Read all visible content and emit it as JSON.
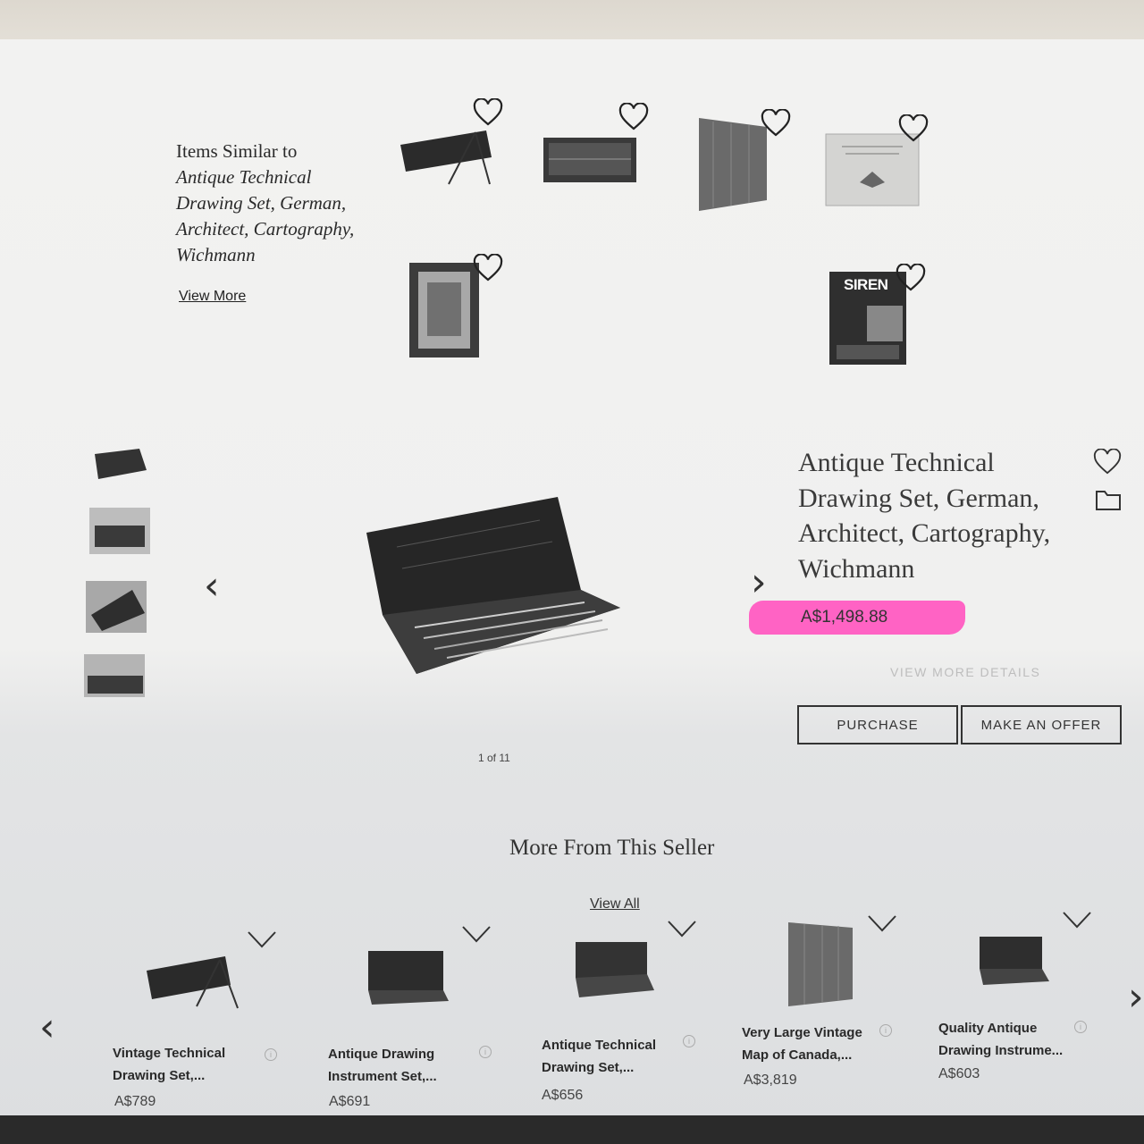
{
  "similar": {
    "heading": "Items Similar to",
    "item_title": "Antique Technical Drawing Set, German, Architect, Cartography, Wichmann",
    "view_more": "View More",
    "siren_label": "SIREN"
  },
  "product": {
    "title": "Antique Technical Drawing Set, German, Architect, Cartography, Wichmann",
    "price": "A$1,498.88",
    "view_details": "VIEW MORE DETAILS",
    "purchase": "PURCHASE",
    "make_offer": "MAKE AN OFFER",
    "image_counter": "1 of 11"
  },
  "seller": {
    "heading": "More From This Seller",
    "view_all": "View All",
    "items": [
      {
        "name": "Vintage Technical Drawing Set,...",
        "price": "A$789"
      },
      {
        "name": "Antique Drawing Instrument Set,...",
        "price": "A$691"
      },
      {
        "name": "Antique Technical Drawing Set,...",
        "price": "A$656"
      },
      {
        "name": "Very Large Vintage Map of Canada,...",
        "price": "A$3,819"
      },
      {
        "name": "Quality Antique Drawing Instrume...",
        "price": "A$603"
      }
    ]
  },
  "colors": {
    "price_highlight": "#ff63c4",
    "ink": "#1e1e1e"
  },
  "icons": [
    "heart-icon",
    "folder-icon",
    "chevron-left-icon",
    "chevron-right-icon",
    "chevron-down-icon",
    "info-icon"
  ]
}
